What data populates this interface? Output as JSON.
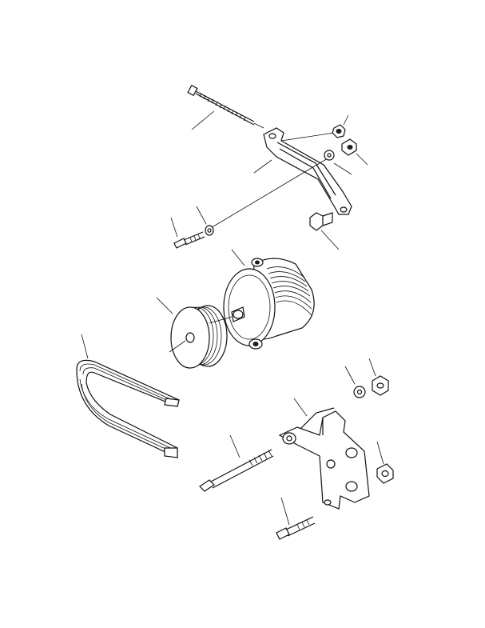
{
  "diagram": {
    "callouts": [
      {
        "id": "c-upper-nut",
        "text": ""
      },
      {
        "id": "c-bolt-small-left",
        "text": ""
      },
      {
        "id": "c-alternator",
        "text": ""
      },
      {
        "id": "c-spacer-nut",
        "text": ""
      },
      {
        "id": "c-lower-bolt-long",
        "text": ""
      },
      {
        "id": "c-lower-bolt-short",
        "text": ""
      }
    ]
  },
  "colors": {
    "line": "#111111",
    "background": "#ffffff"
  }
}
